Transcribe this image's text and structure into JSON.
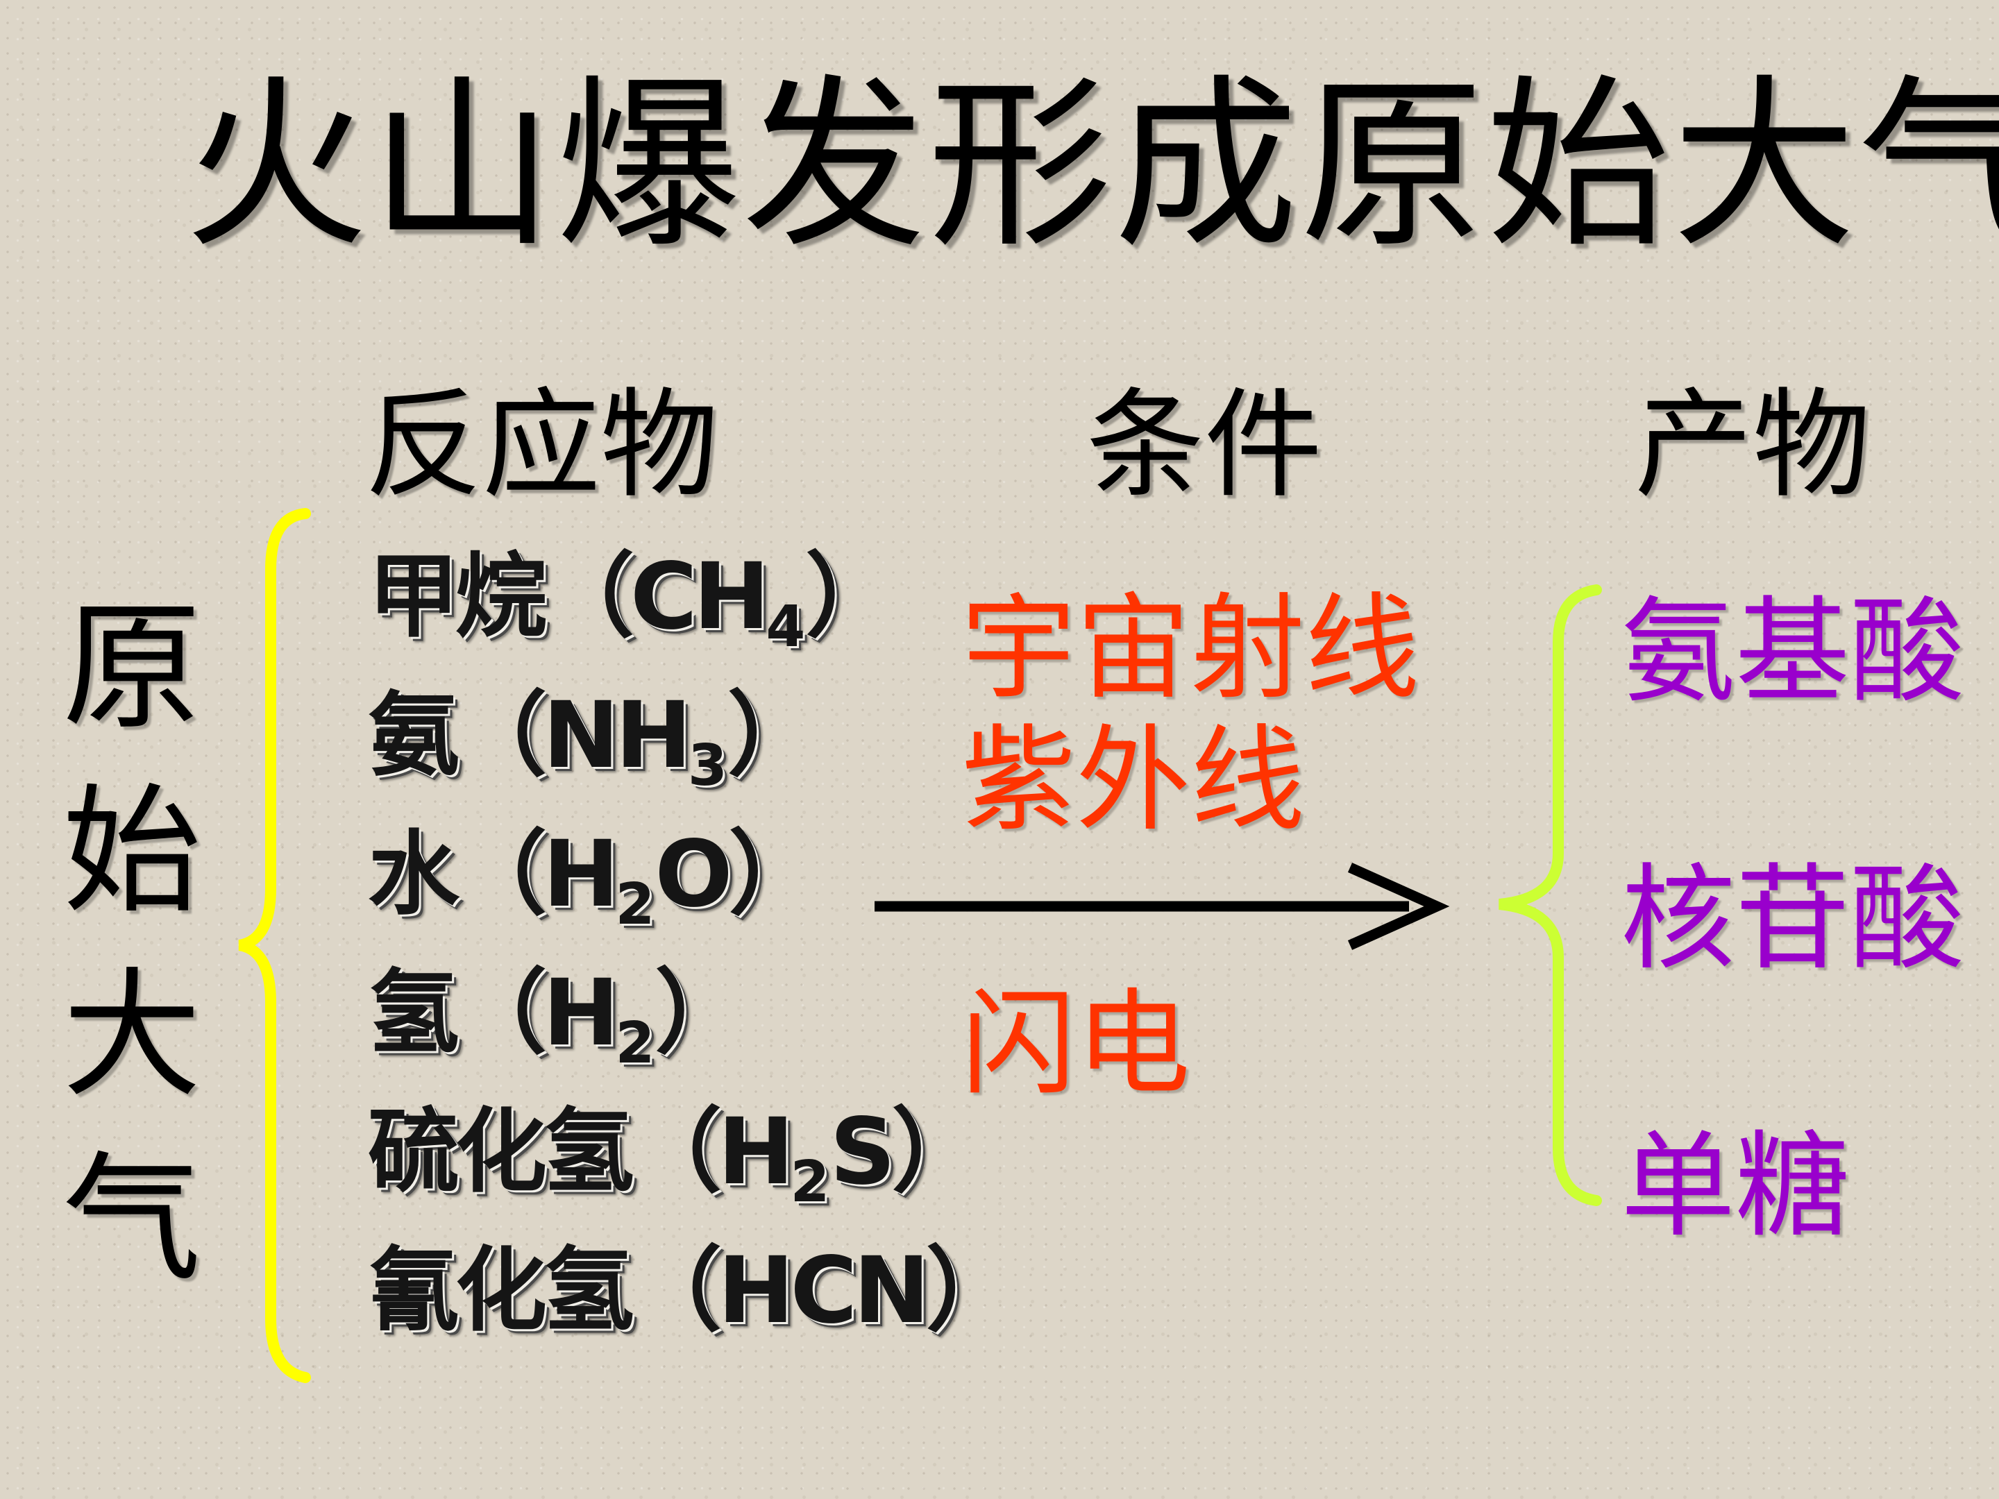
{
  "title": "火山爆发形成原始大气",
  "headers": {
    "reactants": "反应物",
    "conditions": "条件",
    "products": "产物"
  },
  "side_label": [
    "原",
    "始",
    "大",
    "气"
  ],
  "reactants": [
    {
      "name": "甲烷",
      "open": "（",
      "formula_parts": [
        {
          "t": "CH"
        },
        {
          "sub": "4"
        }
      ],
      "close": "）"
    },
    {
      "name": "氨",
      "open": "（",
      "formula_parts": [
        {
          "t": "NH"
        },
        {
          "sub": "3"
        }
      ],
      "close": "）"
    },
    {
      "name": "水",
      "open": "（",
      "formula_parts": [
        {
          "t": "H"
        },
        {
          "sub": "2"
        },
        {
          "t": "O"
        }
      ],
      "close": "）"
    },
    {
      "name": "氢",
      "open": "（",
      "formula_parts": [
        {
          "t": "H"
        },
        {
          "sub": "2"
        }
      ],
      "close": "）"
    },
    {
      "name": "硫化氢",
      "open": "（",
      "formula_parts": [
        {
          "t": "H"
        },
        {
          "sub": "2"
        },
        {
          "t": "S"
        }
      ],
      "close": "）"
    },
    {
      "name": "氰化氢",
      "open": "（",
      "formula_parts": [
        {
          "t": "HCN"
        }
      ],
      "close": "）"
    }
  ],
  "conditions": {
    "line1": "宇宙射线",
    "line2": "紫外线",
    "line3": "闪电"
  },
  "products": [
    "氨基酸",
    "核苷酸",
    "单糖"
  ],
  "colors": {
    "condition_text": "#ff3300",
    "product_text": "#9900cc",
    "left_brace": "#ffff00",
    "right_brace": "#ccff33",
    "arrow": "#000000"
  }
}
